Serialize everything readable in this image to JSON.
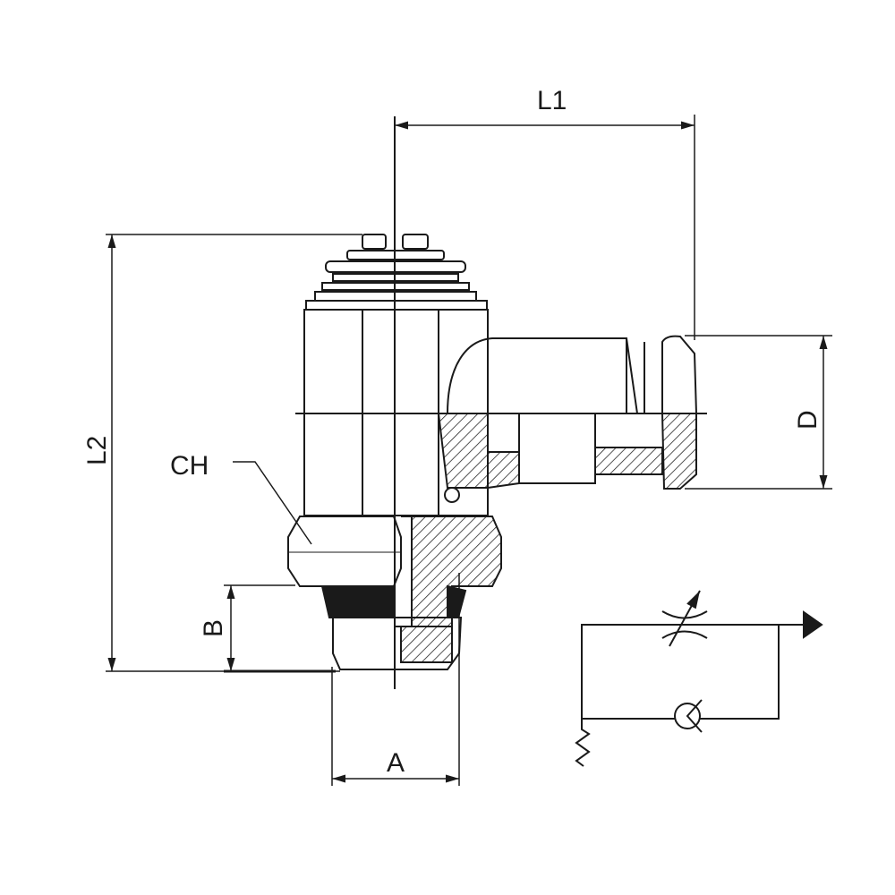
{
  "drawing": {
    "dimensions": {
      "l1": "L1",
      "l2": "L2",
      "ch": "CH",
      "b": "B",
      "a": "A",
      "d": "D"
    },
    "colors": {
      "line": "#1a1a1a",
      "background": "#ffffff"
    }
  }
}
